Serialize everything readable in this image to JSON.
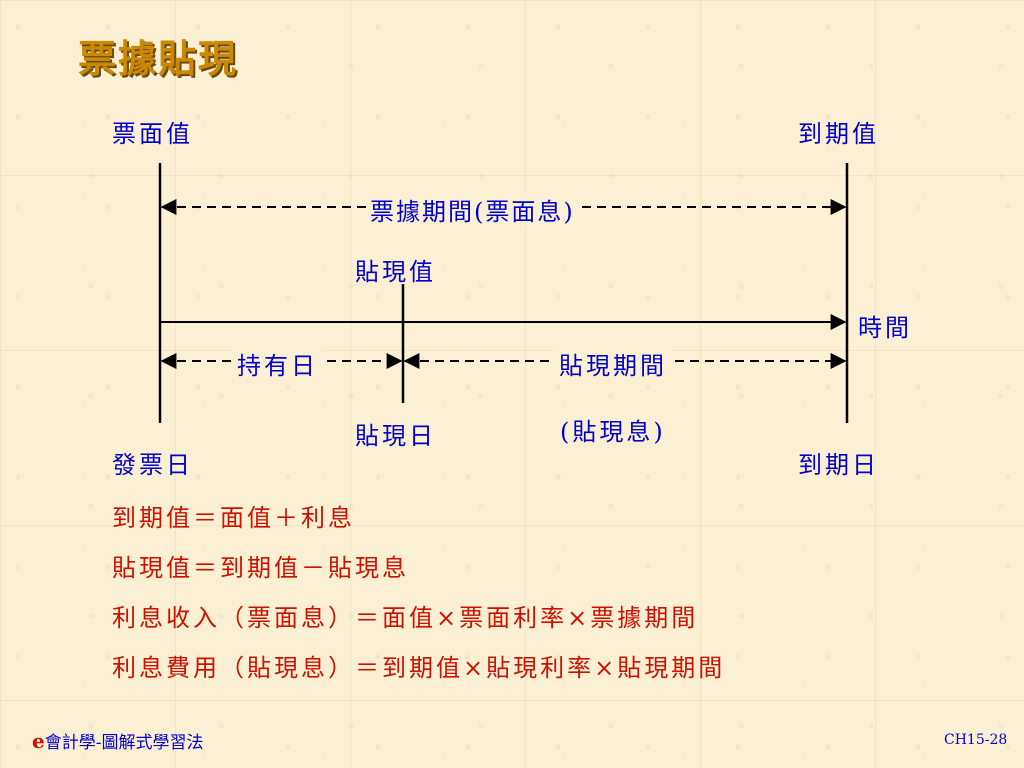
{
  "title": "票據貼現",
  "diagram": {
    "face_value_label": "票面值",
    "maturity_value_label": "到期值",
    "note_period_label": "票據期間(票面息)",
    "discount_value_label": "貼現值",
    "time_label": "時間",
    "holding_days_label": "持有日",
    "discount_period_label": "貼現期間",
    "discount_interest_label": "(貼現息)",
    "discount_date_label": "貼現日",
    "issue_date_label": "發票日",
    "maturity_date_label": "到期日"
  },
  "formulas": [
    "到期值＝面值＋利息",
    "貼現值＝到期值－貼現息",
    "利息收入（票面息）＝面值×票面利率×票據期間",
    "利息費用（貼現息）＝到期值×貼現利率×貼現期間"
  ],
  "footer": {
    "brand_e": "e",
    "brand_text": "會計學-圖解式學習法",
    "page": "CH15-28"
  },
  "colors": {
    "title": "#cc8800",
    "label": "#0000cc",
    "formula": "#cc1100",
    "background": "#fbf0d4"
  }
}
